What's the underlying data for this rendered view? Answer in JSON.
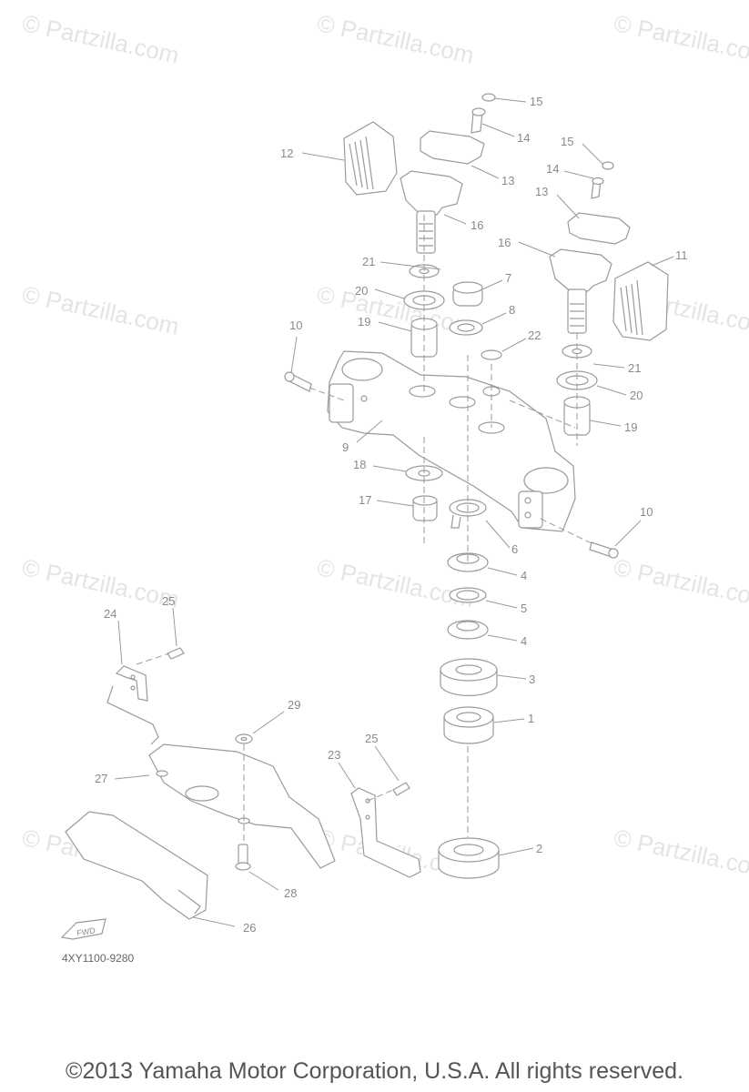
{
  "watermark": "© Partzilla.com",
  "diagram_code": "4XY1100-9280",
  "copyright": "©2013  Yamaha Motor Corporation, U.S.A. All rights reserved.",
  "fwd_label": "FWD",
  "callouts": [
    "1",
    "2",
    "3",
    "4",
    "4",
    "5",
    "6",
    "7",
    "8",
    "9",
    "10",
    "10",
    "11",
    "12",
    "13",
    "13",
    "14",
    "14",
    "15",
    "15",
    "16",
    "16",
    "17",
    "18",
    "19",
    "19",
    "20",
    "20",
    "21",
    "21",
    "22",
    "23",
    "24",
    "25",
    "25",
    "26",
    "27",
    "28",
    "29"
  ]
}
